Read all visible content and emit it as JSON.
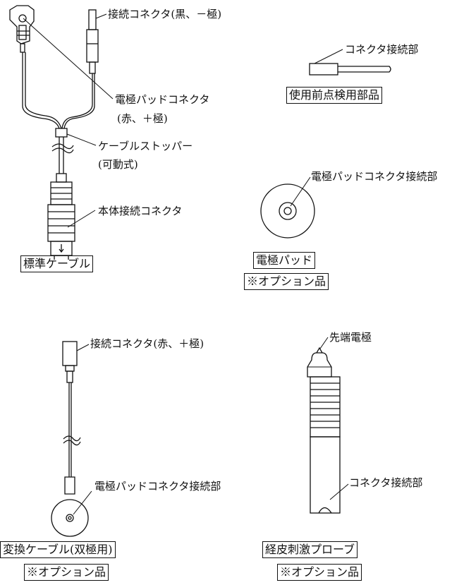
{
  "standard_cable": {
    "title": "標準ケーブル",
    "connector_black_label": "接続コネクタ(黒、－極)",
    "pad_connector_label_1": "電極パッドコネクタ",
    "pad_connector_label_2": "(赤、＋極)",
    "stopper_label_1": "ケーブルストッパー",
    "stopper_label_2": "(可動式)",
    "body_connector_label": "本体接続コネクタ"
  },
  "check_part": {
    "title": "使用前点検用部品",
    "connector_label": "コネクタ接続部"
  },
  "electrode_pad": {
    "title": "電極パッド",
    "option_note": "※オプション品",
    "connector_label": "電極パッドコネクタ接続部"
  },
  "conversion_cable": {
    "title": "変換ケーブル(双極用)",
    "option_note": "※オプション品",
    "connector_label": "接続コネクタ(赤、＋極)",
    "pad_connector_label": "電極パッドコネクタ接続部"
  },
  "probe": {
    "title": "経皮刺激プローブ",
    "option_note": "※オプション品",
    "tip_label": "先端電極",
    "connector_label": "コネクタ接続部"
  }
}
